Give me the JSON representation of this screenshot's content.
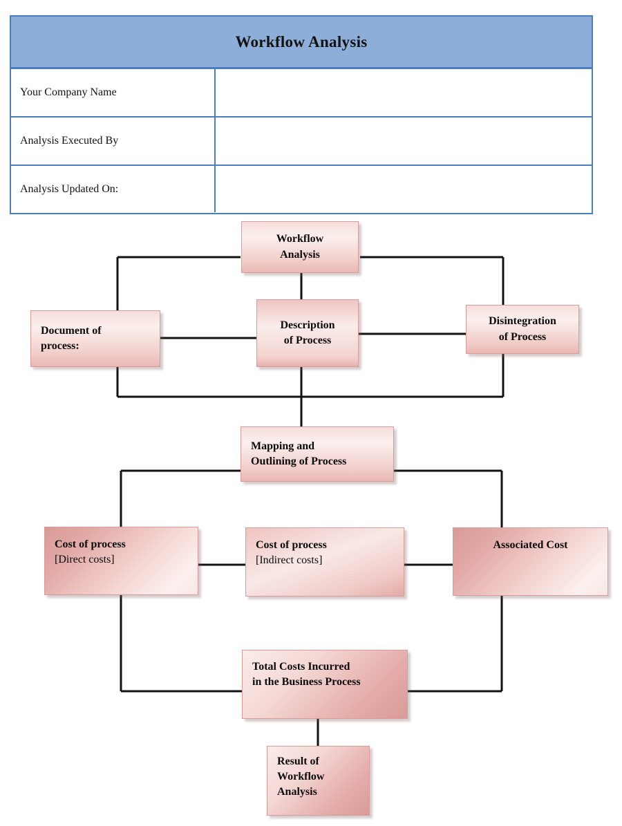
{
  "header": {
    "title": "Workflow Analysis",
    "rows": [
      {
        "label": "Your Company Name",
        "value": ""
      },
      {
        "label": "Analysis Executed By",
        "value": ""
      },
      {
        "label": "Analysis Updated On:",
        "value": ""
      }
    ]
  },
  "colors": {
    "header_fill": "#8CAED9",
    "header_border": "#4A7EBB",
    "node_border": "#D99A9A",
    "node_fill_light": "#FBEFED",
    "node_fill_dark": "#D99A97",
    "connector": "#111111",
    "text": "#0A0A0A",
    "page_background": "#FFFFFF"
  },
  "flowchart": {
    "nodes": [
      {
        "id": "workflow-analysis",
        "lines": [
          "Workflow",
          "Analysis"
        ]
      },
      {
        "id": "document-of-process",
        "lines": [
          "Document of",
          "process:"
        ]
      },
      {
        "id": "description-of-process",
        "lines": [
          "Description",
          "of Process"
        ]
      },
      {
        "id": "disintegration-of-process",
        "lines": [
          "Disintegration",
          "of Process"
        ]
      },
      {
        "id": "mapping-and-outlining",
        "lines": [
          "Mapping and",
          "Outlining of Process"
        ]
      },
      {
        "id": "cost-direct",
        "lines": [
          "Cost of process",
          "[Direct costs]"
        ]
      },
      {
        "id": "cost-indirect",
        "lines": [
          "Cost of process",
          "[Indirect costs]"
        ]
      },
      {
        "id": "associated-cost",
        "lines": [
          "Associated Cost"
        ]
      },
      {
        "id": "total-costs",
        "lines": [
          "Total Costs Incurred",
          "in the Business Process"
        ]
      },
      {
        "id": "result",
        "lines": [
          "Result of",
          "Workflow",
          "Analysis"
        ]
      }
    ]
  }
}
